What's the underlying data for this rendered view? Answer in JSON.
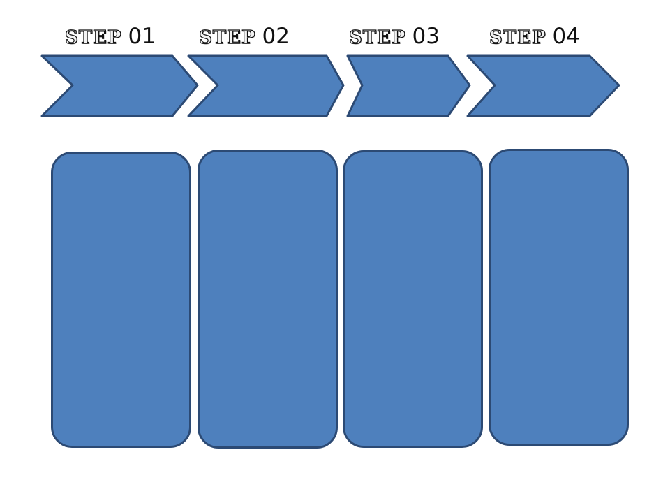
{
  "diagram": {
    "type": "process-steps",
    "background_color": "#ffffff",
    "shape_fill_color": "#4e80bd",
    "shape_border_color": "#2c4a74",
    "label_text_color": "#111111",
    "steps": [
      {
        "label": "STEP",
        "number": "01"
      },
      {
        "label": "STEP",
        "number": "02"
      },
      {
        "label": "STEP",
        "number": "03"
      },
      {
        "label": "STEP",
        "number": "04"
      }
    ]
  }
}
